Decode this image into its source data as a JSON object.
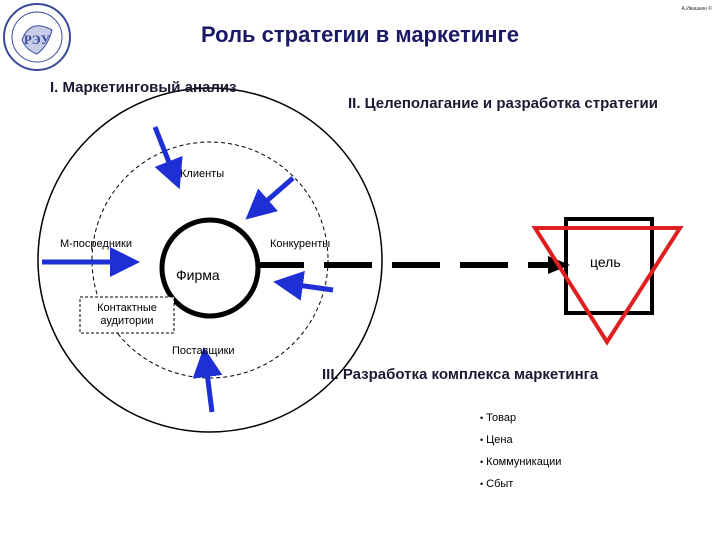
{
  "title": "Роль стратегии в маркетинге",
  "corner_note": "А.Ивашкин ©",
  "sections": {
    "analysis": "I. Маркетинговый анализ",
    "goal_setting": "II. Целеполагание и разработка стратегии",
    "marketing_mix": "III. Разработка комплекса маркетинга"
  },
  "environment": {
    "clients": "Клиенты",
    "intermediaries": "М-посредники",
    "competitors": "Конкуренты",
    "firm": "Фирма",
    "contact_audiences": "Контактные аудитории",
    "suppliers": "Поставщики"
  },
  "goal_label": "цель",
  "marketing_mix_items": [
    "Товар",
    "Цена",
    "Коммуникации",
    "Сбыт"
  ],
  "colors": {
    "arrow": "#1f2fd6",
    "triangle": "#e02020",
    "title": "#1a1a66",
    "logo": "#3a4a9a"
  }
}
